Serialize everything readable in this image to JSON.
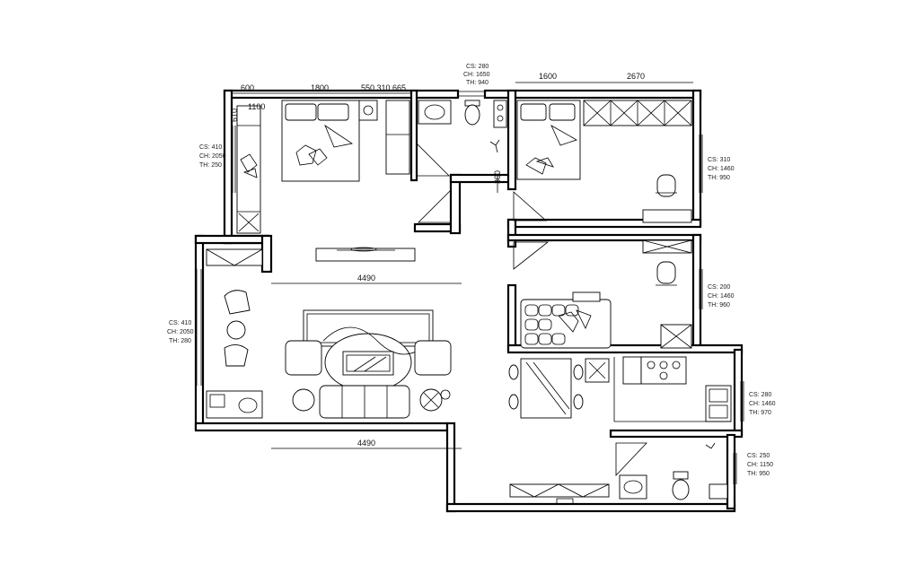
{
  "dimensions": {
    "top_600": "600",
    "top_1800": "1800",
    "top_small": "550 310 665",
    "left_610": "610",
    "left_1100": "1100",
    "right_1600": "1600",
    "right_2670": "2670",
    "vertical_300": "300",
    "living_upper": "4490",
    "living_lower": "4490"
  },
  "window_tags": {
    "bath_top": [
      "CS: 280",
      "CH: 1650",
      "TH: 940"
    ],
    "master_left": [
      "CS: 410",
      "CH: 2050",
      "TH: 250"
    ],
    "bedroom_right": [
      "CS: 310",
      "CH: 1460",
      "TH: 950"
    ],
    "study_right": [
      "CS: 200",
      "CH: 1460",
      "TH: 960"
    ],
    "living_left": [
      "CS: 410",
      "CH: 2050",
      "TH: 280"
    ],
    "kitchen_right": [
      "CS: 280",
      "CH: 1460",
      "TH: 970"
    ],
    "bath2_right": [
      "CS: 250",
      "CH: 1150",
      "TH: 950"
    ]
  }
}
